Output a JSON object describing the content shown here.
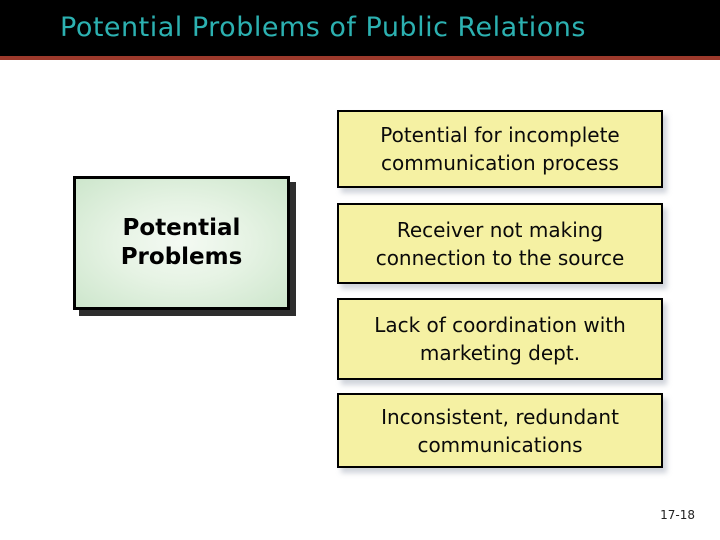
{
  "slide": {
    "title": "Potential Problems of Public Relations",
    "page_number": "17-18",
    "colors": {
      "title_bar_bg": "#000000",
      "title_text": "#2CB1B1",
      "divider": "#9C392B",
      "green_box_edge": "#CDE6CC",
      "green_box_center": "#F4FAF3",
      "yellow_box_bg": "#F5F1A3",
      "box_border": "#000000",
      "body_text": "#0A0A0A"
    }
  },
  "diagram": {
    "source_box": {
      "label": "Potential\nProblems"
    },
    "problem_boxes": [
      {
        "label": "Potential for incomplete\ncommunication process"
      },
      {
        "label": "Receiver not making\nconnection to the source"
      },
      {
        "label": "Lack of coordination with\nmarketing dept."
      },
      {
        "label": "Inconsistent, redundant\ncommunications"
      }
    ]
  }
}
